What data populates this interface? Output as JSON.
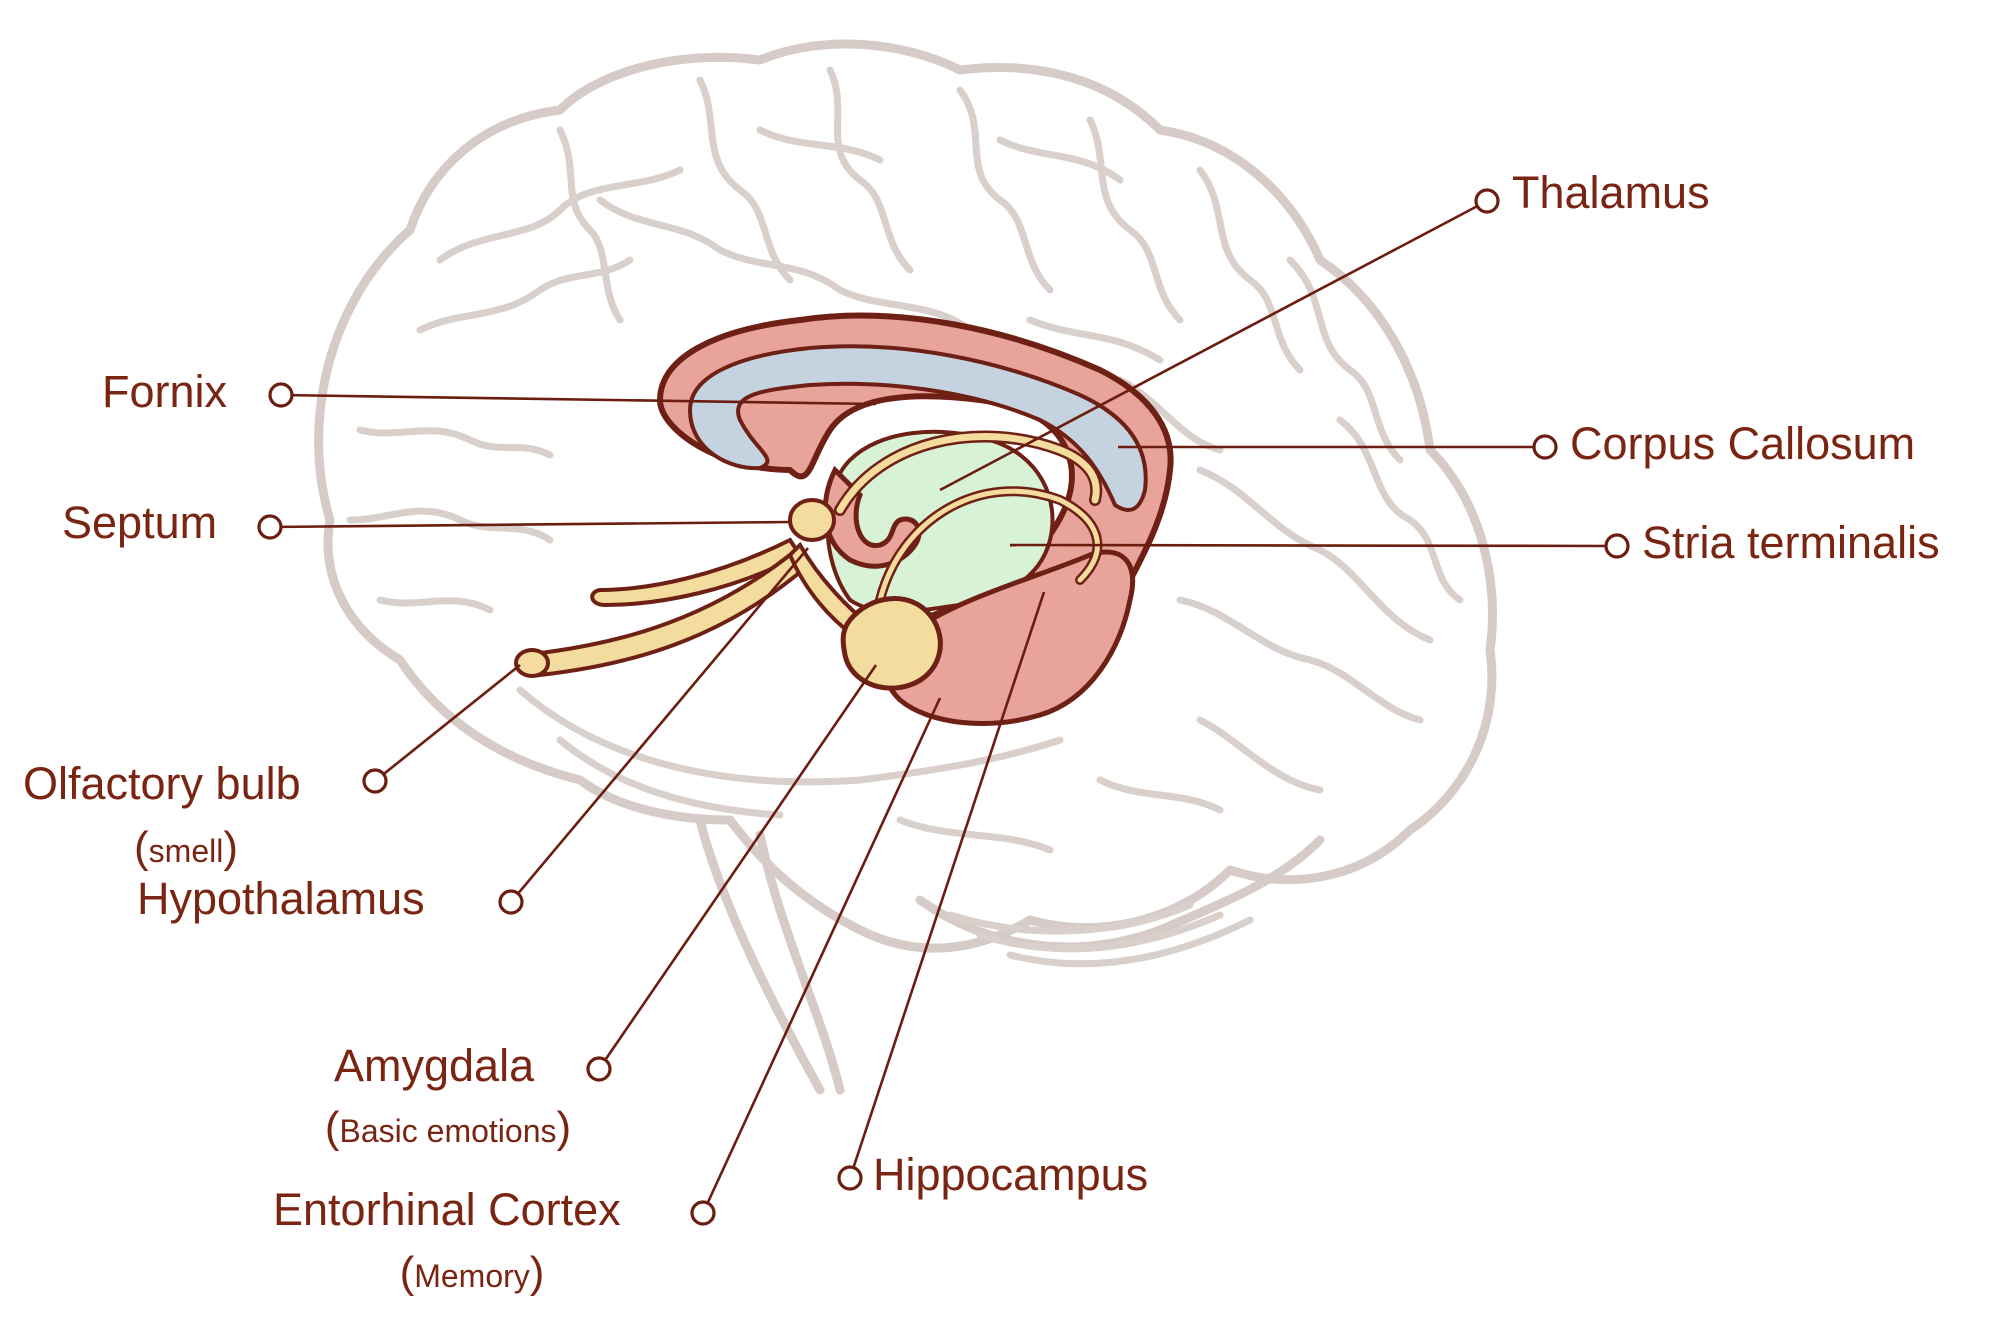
{
  "colors": {
    "label": "#7a2412",
    "leader": "#6b1d0f",
    "brain_outline": "#d6cbc7",
    "limbic_pink": "#e8a39a",
    "corpus_callosum_blue": "#c4d3df",
    "thalamus_green": "#d8f2d5",
    "fornix_cream": "#f4dc9e",
    "outline_dark": "#6e2015"
  },
  "labels": {
    "thalamus": "Thalamus",
    "fornix": "Fornix",
    "corpus_callosum": "Corpus Callosum",
    "septum": "Septum",
    "stria_terminalis": "Stria terminalis",
    "olfactory_bulb": "Olfactory bulb",
    "olfactory_bulb_note": "smell",
    "hypothalamus": "Hypothalamus",
    "amygdala": "Amygdala",
    "amygdala_note": "Basic emotions",
    "entorhinal_cortex": "Entorhinal Cortex",
    "entorhinal_cortex_note": "Memory",
    "hippocampus": "Hippocampus"
  }
}
